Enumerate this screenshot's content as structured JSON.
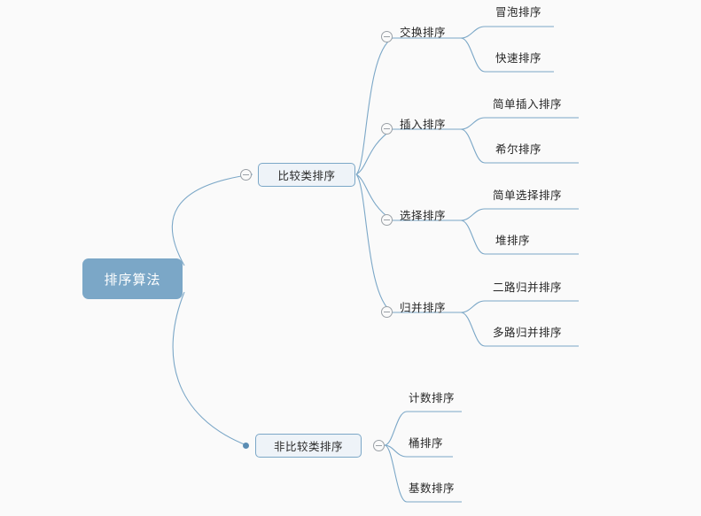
{
  "diagram": {
    "type": "mindmap",
    "title": "排序算法",
    "background_color": "#fafafa",
    "root_fill_color": "#7ba7c7",
    "root_text_color": "#ffffff",
    "branch_line_color": "#7ba7c7",
    "node_box_fill": "#eef3f8",
    "node_box_border": "#7ba7c7",
    "toggle_color": "#9aa0a6"
  },
  "root": {
    "label": "排序算法"
  },
  "branches": [
    {
      "label": "比较类排序",
      "toggle": "collapse-minus-icon",
      "children": [
        {
          "label": "交换排序",
          "toggle": "collapse-minus-icon",
          "children": [
            {
              "label": "冒泡排序"
            },
            {
              "label": "快速排序"
            }
          ]
        },
        {
          "label": "插入排序",
          "toggle": "collapse-minus-icon",
          "children": [
            {
              "label": "简单插入排序"
            },
            {
              "label": "希尔排序"
            }
          ]
        },
        {
          "label": "选择排序",
          "toggle": "collapse-minus-icon",
          "children": [
            {
              "label": "简单选择排序"
            },
            {
              "label": "堆排序"
            }
          ]
        },
        {
          "label": "归并排序",
          "toggle": "collapse-minus-icon",
          "children": [
            {
              "label": "二路归并排序"
            },
            {
              "label": "多路归并排序"
            }
          ]
        }
      ]
    },
    {
      "label": "非比较类排序",
      "toggle": "collapse-minus-icon",
      "children": [
        {
          "label": "计数排序"
        },
        {
          "label": "桶排序"
        },
        {
          "label": "基数排序"
        }
      ]
    }
  ]
}
